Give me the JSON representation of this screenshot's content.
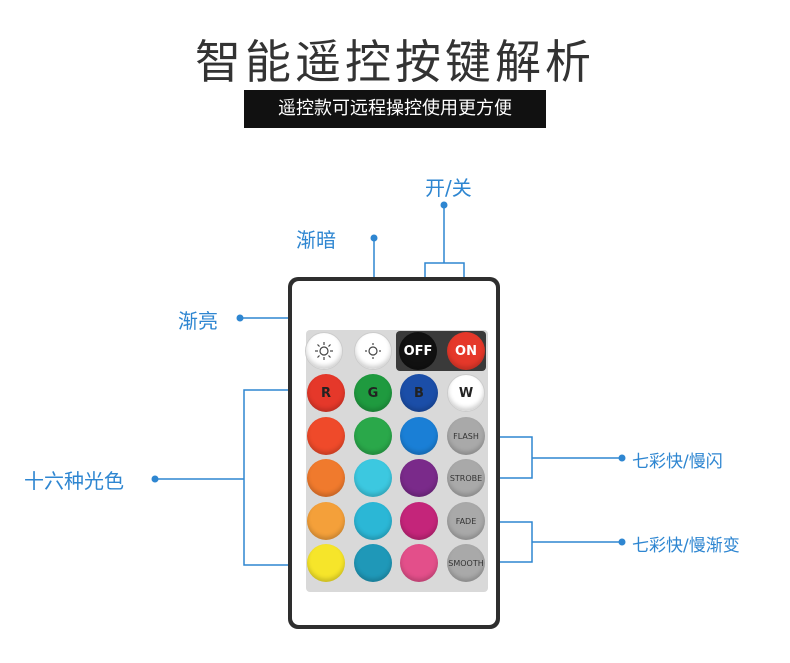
{
  "title": "智能遥控按键解析",
  "subtitle": "遥控款可远程操控使用更方便",
  "labels": {
    "power": "开/关",
    "dim": "渐暗",
    "bright": "渐亮",
    "colors": "十六种光色",
    "flash_strobe": "七彩快/慢闪",
    "fade_smooth": "七彩快/慢渐变"
  },
  "buttons": {
    "off": "OFF",
    "on": "ON",
    "r": "R",
    "g": "G",
    "b": "B",
    "w": "W",
    "flash": "FLASH",
    "strobe": "STROBE",
    "fade": "FADE",
    "smooth": "SMOOTH"
  },
  "colors": {
    "accent": "#2e86d1",
    "row1": [
      "#e5382a",
      "#1f9a3f",
      "#1b4ea8",
      "#ffffff"
    ],
    "row2": [
      "#ef4a2a",
      "#2aa84a",
      "#1a7fd6"
    ],
    "row3": [
      "#f07a2d",
      "#3cc8e0",
      "#7a2a8a"
    ],
    "row4": [
      "#f4a03a",
      "#2bb7d6",
      "#c4257a"
    ],
    "row5": [
      "#f6e52a",
      "#1f98b8",
      "#e34f8a"
    ]
  }
}
